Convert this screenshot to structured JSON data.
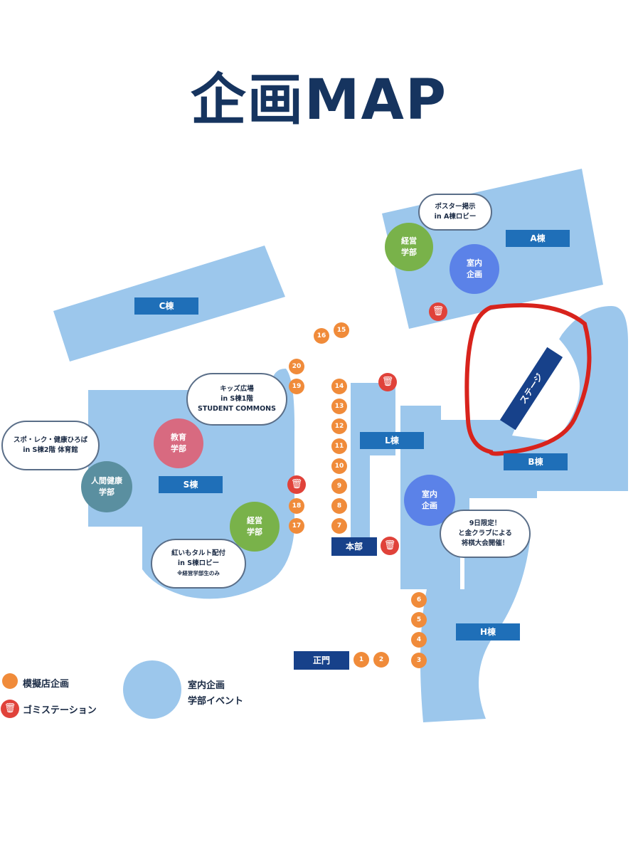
{
  "title": "企画MAP",
  "buildings": {
    "a": "A棟",
    "b": "B棟",
    "c": "C棟",
    "h": "H棟",
    "l": "L棟",
    "s": "S棟",
    "stage": "ステージ",
    "honbu": "本部",
    "seimon": "正門"
  },
  "circles": {
    "keiei_top": [
      "経営",
      "学部"
    ],
    "shitsunai_top": [
      "室内",
      "企画"
    ],
    "kyoiku": [
      "教育",
      "学部"
    ],
    "ningen": [
      "人間健康",
      "学部"
    ],
    "keiei_s": [
      "経営",
      "学部"
    ],
    "shitsunai_mid": [
      "室内",
      "企画"
    ]
  },
  "bubbles": {
    "poster": [
      "ポスター掲示",
      "in A棟ロビー"
    ],
    "kids": [
      "キッズ広場",
      "in S棟1階",
      "STUDENT COMMONS"
    ],
    "sports": [
      "スポ・レク・健康ひろば",
      "in S棟2階 体育館"
    ],
    "shogi": [
      "9日限定！",
      "と金クラブによる",
      "将棋大会開催！"
    ],
    "imo": [
      "紅いもタルト配付",
      "in S棟ロビー",
      "※経営学部生のみ"
    ]
  },
  "stalls": [
    "1",
    "2",
    "3",
    "4",
    "5",
    "6",
    "7",
    "8",
    "9",
    "10",
    "11",
    "12",
    "13",
    "14",
    "15",
    "16",
    "17",
    "18",
    "19",
    "20"
  ],
  "legend": {
    "stall": "模擬店企画",
    "trash": "ゴミステーション",
    "indoor_1": "室内企画",
    "indoor_2": "学部イベント"
  },
  "colors": {
    "building": "#9cc7ec",
    "label": "#1f6fb8",
    "navy": "#17418a",
    "stall": "#f08b3a",
    "trash": "#e0423a",
    "green": "#79b24a",
    "pink": "#d86a80",
    "teal": "#5a8fa0",
    "indigo": "#5b82e8",
    "annotation": "#d8231c"
  },
  "icons": {
    "trash": "trash-can-icon",
    "annotation": "red-circle-annotation"
  }
}
